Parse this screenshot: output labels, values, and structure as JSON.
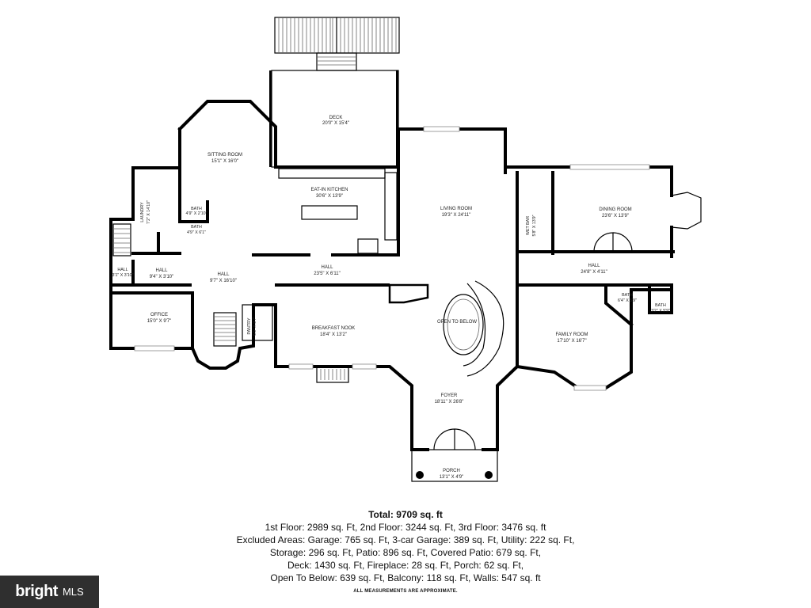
{
  "rooms": {
    "deck": {
      "name": "DECK",
      "dims": "20'0\" X 15'4\""
    },
    "sitting_room": {
      "name": "SITTING ROOM",
      "dims": "15'1\" X 16'0\""
    },
    "eat_in_kitchen": {
      "name": "EAT-IN KITCHEN",
      "dims": "30'6\" X 13'9\""
    },
    "living_room": {
      "name": "LIVING ROOM",
      "dims": "19'3\" X 24'11\""
    },
    "dining_room": {
      "name": "DINING ROOM",
      "dims": "23'6\" X 13'9\""
    },
    "wet_bar": {
      "name": "WET BAR",
      "dims": "5'8\" X 13'9\""
    },
    "laundry": {
      "name": "LAUNDRY",
      "dims": "7'2\" X 14'10\""
    },
    "bath_a": {
      "name": "BATH",
      "dims": "4'9\" X 2'10\""
    },
    "bath_b": {
      "name": "BATH",
      "dims": "4'9\" X 6'1\""
    },
    "hall_main": {
      "name": "HALL",
      "dims": "23'5\" X 6'11\""
    },
    "hall_right": {
      "name": "HALL",
      "dims": "24'8\" X 4'11\""
    },
    "hall_small": {
      "name": "HALL",
      "dims": "9'4\" X 3'10\""
    },
    "hall_tiny": {
      "name": "HALL",
      "dims": "3'1\" X 3'10\""
    },
    "hall_center": {
      "name": "HALL",
      "dims": "9'7\" X 16'10\""
    },
    "office": {
      "name": "OFFICE",
      "dims": "15'0\" X 9'7\""
    },
    "pantry": {
      "name": "PANTRY",
      "dims": "6'5\" X 9'7\""
    },
    "breakfast_nook": {
      "name": "BREAKFAST NOOK",
      "dims": "18'4\" X 13'2\""
    },
    "open_to_below": {
      "name": "OPEN TO BELOW"
    },
    "family_room": {
      "name": "FAMILY ROOM",
      "dims": "17'10\" X 16'7\""
    },
    "bath_c": {
      "name": "BATH",
      "dims": "6'4\" X 5'9\""
    },
    "bath_d": {
      "name": "BATH",
      "dims": "3'2\" X 5'9\""
    },
    "foyer": {
      "name": "FOYER",
      "dims": "18'11\" X 26'8\""
    },
    "porch": {
      "name": "PORCH",
      "dims": "13'1\" X 4'9\""
    }
  },
  "summary": {
    "total": "Total: 9709 sq. ft",
    "lines": [
      "1st Floor: 2989 sq. Ft, 2nd Floor: 3244 sq. Ft, 3rd Floor: 3476 sq. ft",
      "Excluded Areas: Garage: 765 sq. Ft, 3-car Garage: 389 sq. Ft, Utility: 222 sq. Ft,",
      "Storage: 296 sq. Ft, Patio: 896 sq. Ft, Covered Patio: 679 sq. Ft,",
      "Deck: 1430 sq. Ft, Fireplace: 28 sq. Ft, Porch: 62 sq. Ft,",
      "Open To Below: 639 sq. Ft, Balcony: 118 sq. Ft, Walls: 547 sq. ft"
    ],
    "note": "ALL MEASUREMENTS ARE APPROXIMATE."
  },
  "logo": {
    "brand": "bright",
    "suffix": "MLS"
  }
}
